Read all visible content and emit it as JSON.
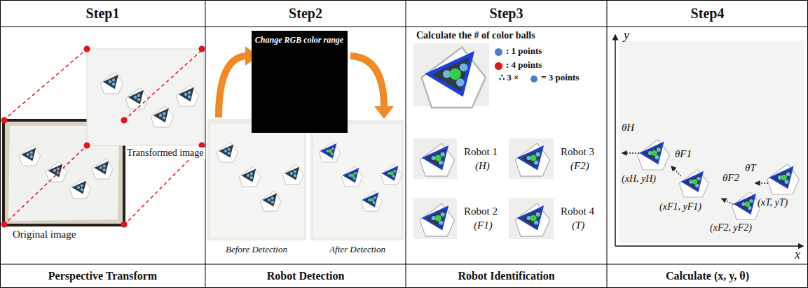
{
  "diagram": {
    "nodes": [
      {
        "text": [
          "Step1"
        ]
      },
      {
        "text": [
          "Step2"
        ]
      },
      {
        "text": [
          "Step3"
        ]
      },
      {
        "text": [
          "Step4"
        ]
      },
      {
        "text": [
          "Change RGB color range"
        ]
      },
      {
        "text": [
          "Perspective Transform"
        ]
      },
      {
        "text": [
          "Robot Detection"
        ]
      },
      {
        "text": [
          "Robot Identification"
        ]
      },
      {
        "text": [
          "Calculate (x, y, θ)"
        ]
      }
    ],
    "labels": [
      "Transformed image",
      "Original image",
      "Before Detection",
      "After Detection",
      "Calculate the # of color balls",
      "∴ 3 ×",
      "= 3 points",
      "Robot 1",
      "(H)",
      "Robot 3",
      "(F2)",
      "Robot 2",
      "(F1)",
      "Robot 4",
      "(T)",
      "y",
      "x",
      "θH",
      "(xH, yH)",
      "θF1",
      "(xF1, yF1)",
      "θF2",
      "(xF2, yF2)",
      "θT",
      "(xT, yT)"
    ],
    "legend": [
      {
        "text": ": 1 points",
        "color": "#4a80c8"
      },
      {
        "text": ": 4 points",
        "color": "#e0141b"
      }
    ]
  }
}
